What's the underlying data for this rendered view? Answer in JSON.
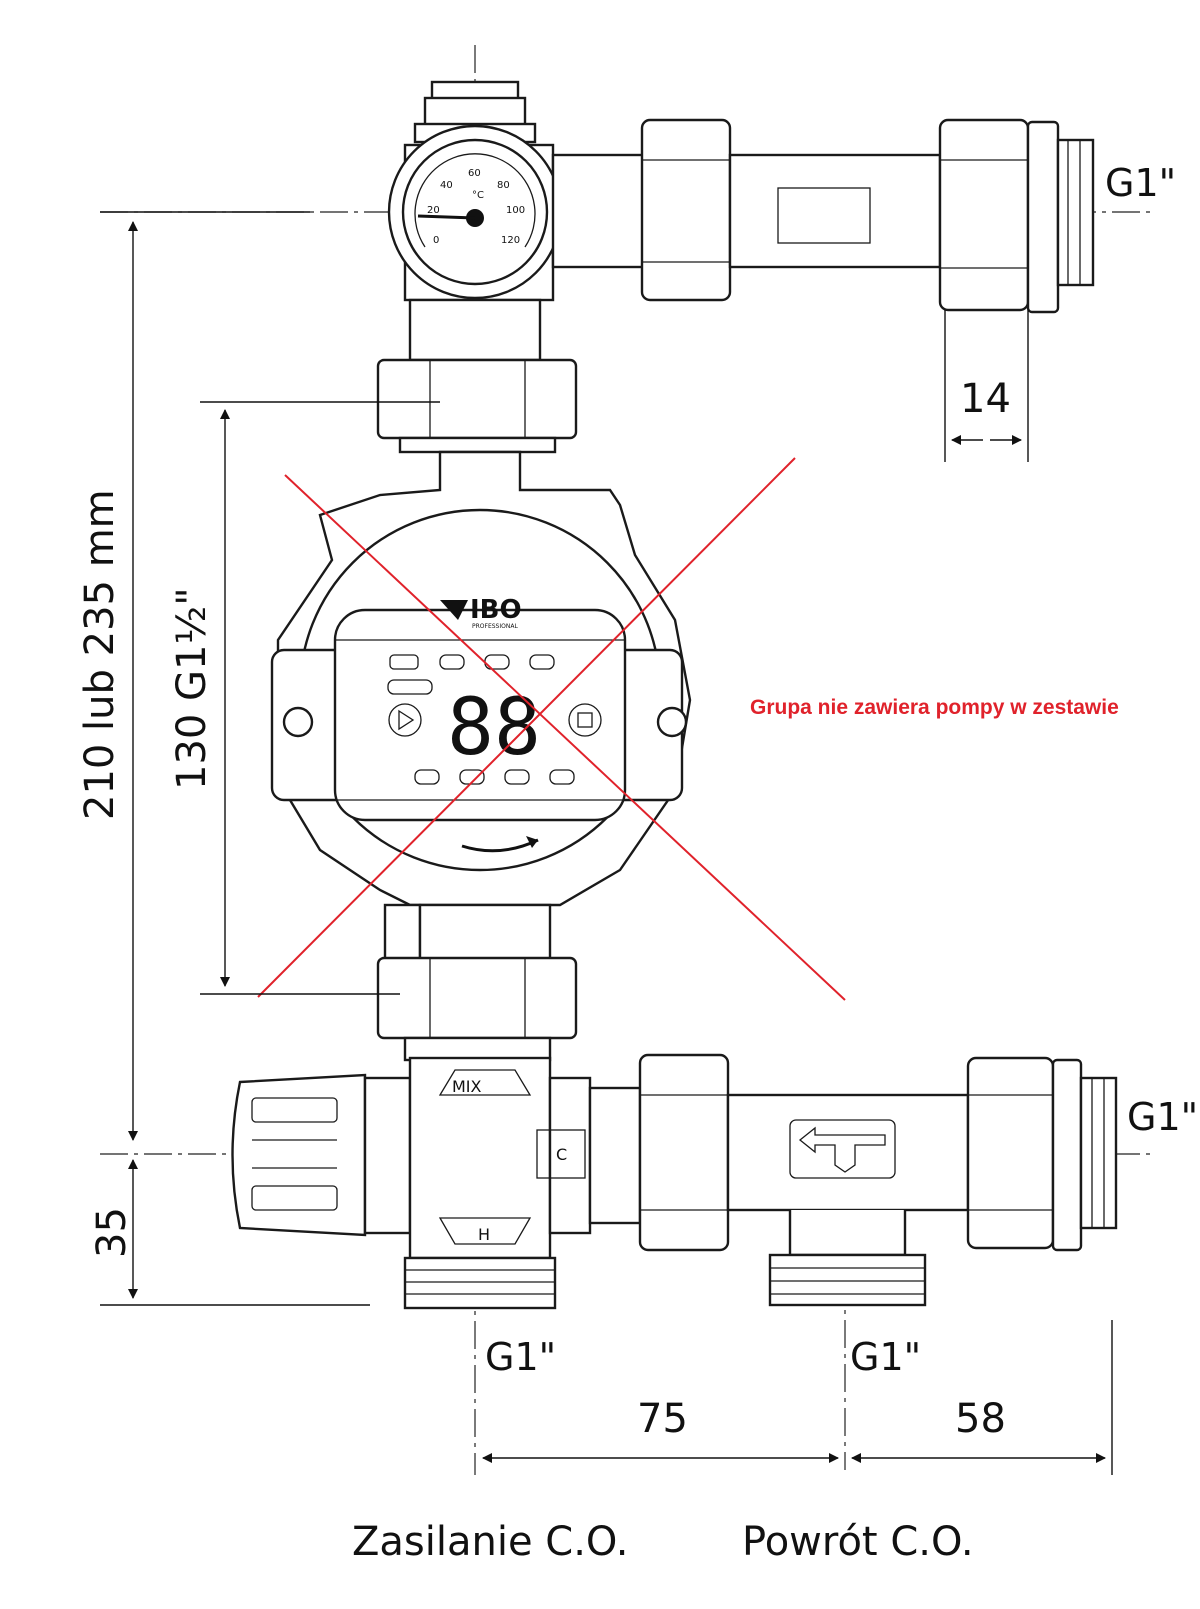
{
  "labels": {
    "thread_top": "G1\"",
    "thread_mid": "G1\"",
    "thread_bottom_left": "G1\"",
    "thread_bottom_right": "G1\"",
    "valve_mix": "MIX",
    "valve_hot": "H",
    "valve_cold": "C"
  },
  "dimensions": {
    "height_total": "210 lub 235 mm",
    "pump_length": "130 G1½\"",
    "bottom_offset": "35",
    "nut_width": "14",
    "spacing_supply_return": "75",
    "spacing_return_edge": "58"
  },
  "thermometer": {
    "unit": "°C",
    "ticks": [
      "0",
      "20",
      "40",
      "60",
      "80",
      "100",
      "120"
    ]
  },
  "pump": {
    "brand": "IBO",
    "brand_sub": "PROFESSIONAL",
    "display": "88"
  },
  "note": {
    "text": "Grupa nie zawiera pompy w zestawie",
    "color": "#e0222b"
  },
  "captions": {
    "supply": "Zasilanie C.O.",
    "return": "Powrót C.O."
  },
  "cross_color": "#e0222b"
}
